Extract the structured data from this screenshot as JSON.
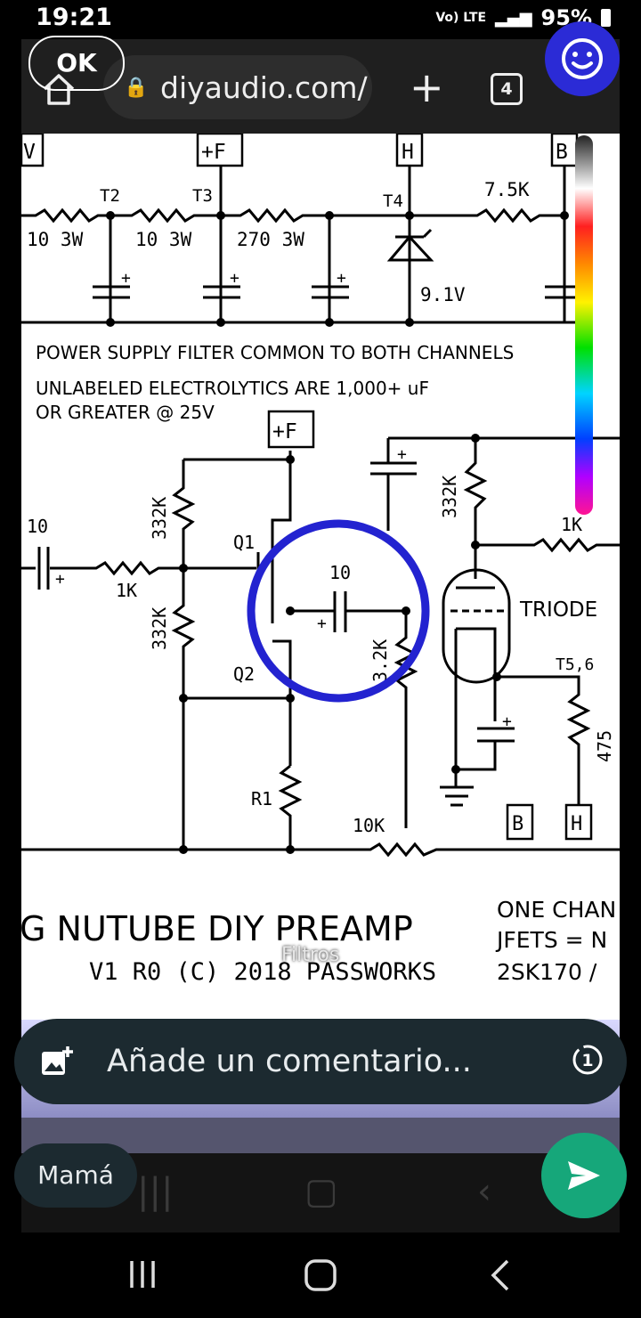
{
  "status_bar": {
    "time": "19:21",
    "battery": "95%",
    "network": "Vo) LTE"
  },
  "browser": {
    "ok_label": "OK",
    "url": "diyaudio.com/",
    "tab_count": "4"
  },
  "schematic": {
    "rail_labels": [
      "V",
      "+F",
      "H",
      "B"
    ],
    "tap_labels": [
      "T2",
      "T3",
      "T4"
    ],
    "resistors_top": [
      "10 3W",
      "10 3W",
      "270 3W",
      "7.5K"
    ],
    "zener": "9.1V",
    "note1": "POWER SUPPLY FILTER COMMON TO BOTH CHANNELS",
    "note2": "UNLABELED ELECTROLYTICS ARE 1,000+ uF",
    "note3": "OR GREATER @ 25V",
    "fet_rail": "+F",
    "r332k_a": "332K",
    "r332k_b": "332K",
    "r332k_c": "332K",
    "cap_in": "10",
    "r1k_in": "1K",
    "q1": "Q1",
    "q2": "Q2",
    "cap_coupling": "10",
    "r3_2k": "3.2K",
    "r1k_out": "1K",
    "triode": "TRIODE",
    "t56": "T5,6",
    "r475": "475",
    "r1": "R1",
    "pot": "10K",
    "box_b": "B",
    "box_h": "H",
    "title": "G NUTUBE DIY PREAMP",
    "subtitle": "V1 R0 (C) 2018 PASSWORKS",
    "side1": "ONE CHAN",
    "side2": "JFETS = N",
    "side3": "2SK170 /"
  },
  "overlay": {
    "filters_label": "Filtros"
  },
  "composer": {
    "placeholder": "Añade un comentario...",
    "view_once": "1",
    "recipient": "Mamá"
  },
  "colors": {
    "send": "#16a77a",
    "highlight_circle": "#2323d0",
    "composer_bg": "#1c2a30"
  }
}
